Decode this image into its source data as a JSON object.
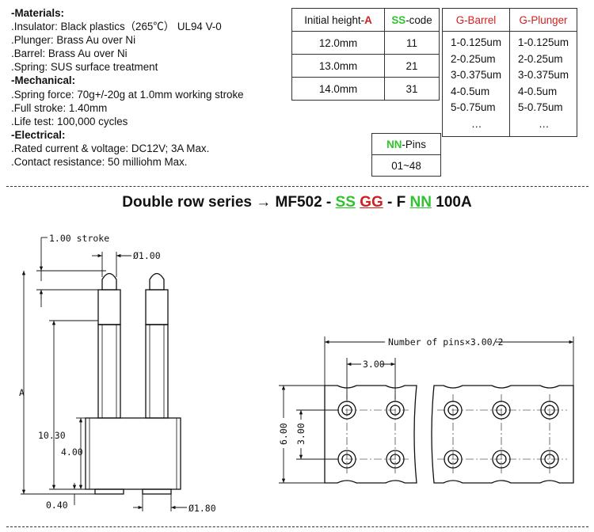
{
  "specs": {
    "materials_header": "-Materials:",
    "insulator": ".Insulator: Black plastics（265℃） UL94 V-0",
    "plunger": ".Plunger: Brass Au over Ni",
    "barrel": ".Barrel: Brass Au over Ni",
    "spring": ".Spring: SUS surface treatment",
    "mechanical_header": "-Mechanical:",
    "spring_force": ".Spring force: 70g+/-20g at 1.0mm working stroke",
    "full_stroke": ".Full stroke: 1.40mm",
    "life_test": ".Life test: 100,000 cycles",
    "electrical_header": "-Electrical:",
    "rated": ".Rated current & voltage: DC12V; 3A Max.",
    "contact": ".Contact resistance: 50 milliohm Max."
  },
  "height_table": {
    "header_text": "Initial height-",
    "header_code": "A",
    "code_header_code": "SS",
    "code_header_text": "-code",
    "rows": [
      {
        "height": "12.0mm",
        "code": "11"
      },
      {
        "height": "13.0mm",
        "code": "21"
      },
      {
        "height": "14.0mm",
        "code": "31"
      }
    ]
  },
  "gg_table": {
    "barrel_header": "G-Barrel",
    "plunger_header": "G-Plunger",
    "barrel_items": [
      "1-0.125um",
      "2-0.25um",
      "3-0.375um",
      "4-0.5um",
      "5-0.75um",
      "…"
    ],
    "plunger_items": [
      "1-0.125um",
      "2-0.25um",
      "3-0.375um",
      "4-0.5um",
      "5-0.75um",
      "…"
    ]
  },
  "nn_table": {
    "header_code": "NN",
    "header_text": "-Pins",
    "range": "01~48"
  },
  "part_number": {
    "prefix": "Double row series → MF502 - ",
    "ss": "SS",
    "gg": "GG",
    "mid": " - F ",
    "nn": "NN",
    "suffix": " 100A"
  },
  "side_view": {
    "stroke": "1.00 stroke",
    "plunger_dia": "Ø1.00",
    "height_a": "A",
    "dim_1030": "10.30",
    "dim_400": "4.00",
    "dim_040": "0.40",
    "barrel_dia": "Ø1.80"
  },
  "top_view": {
    "overall": "Number of pins×3.00/2",
    "pitch_x": "3.00",
    "width_y": "6.00",
    "pitch_y": "3.00"
  },
  "colors": {
    "code_green": "#2fc42f",
    "code_red": "#d01f1f"
  }
}
